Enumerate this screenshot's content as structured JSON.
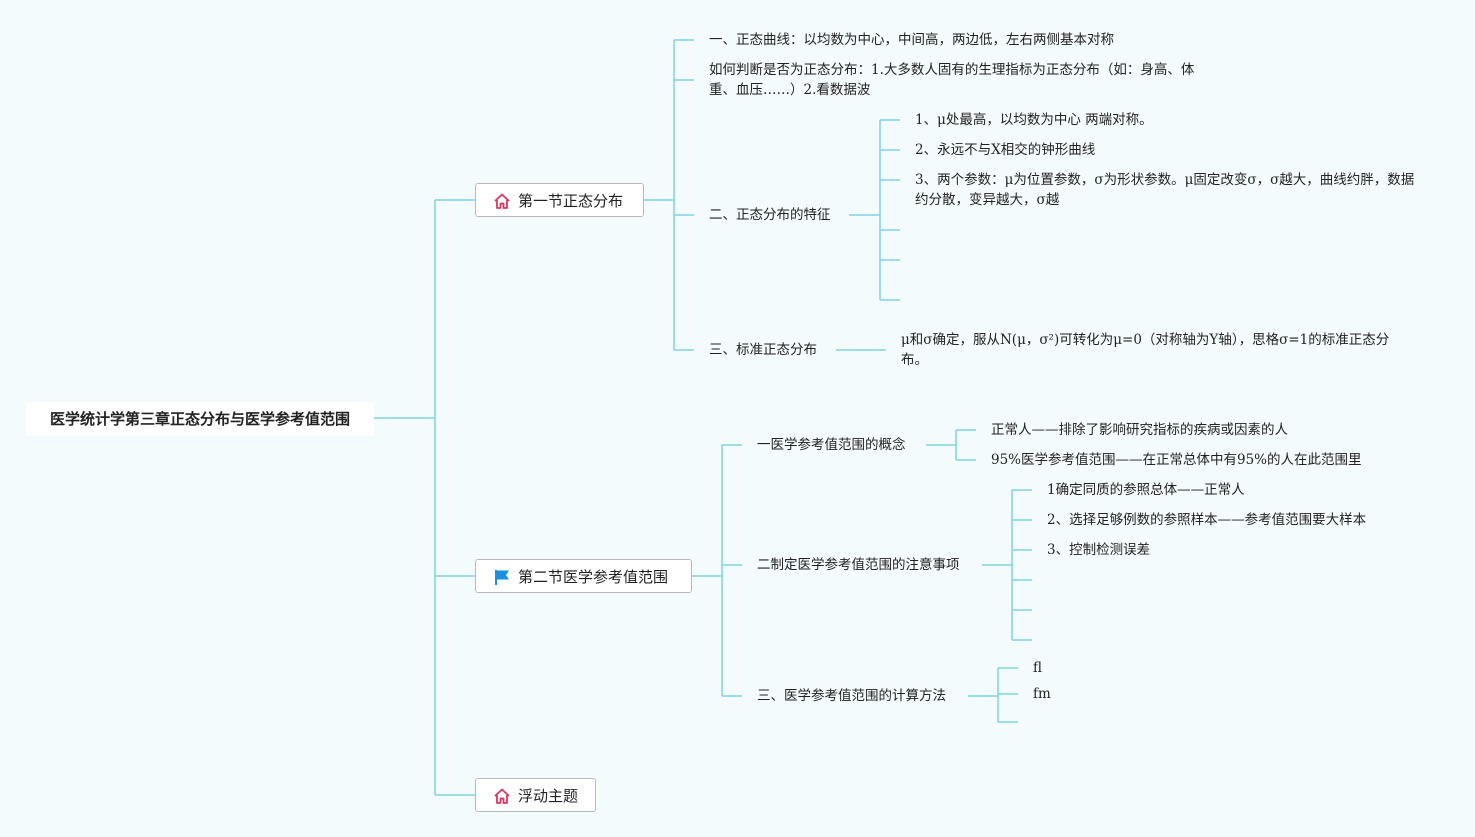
{
  "root": {
    "title": "医学统计学第三章正态分布与医学参考值范围"
  },
  "section1": {
    "title": "第一节正态分布",
    "icon": "home-icon",
    "item1": "一、正态曲线：以均数为中心，中间高，两边低，左右两侧基本对称",
    "item_judge": "如何判断是否为正态分布：1.大多数人固有的生理指标为正态分布（如：身高、体重、血压……）2.看数据波",
    "item2": {
      "title": "二、正态分布的特征",
      "children": [
        "1、μ处最高，以均数为中心 两端对称。",
        "2、永远不与X相交的钟形曲线",
        "3、两个参数：μ为位置参数，σ为形状参数。μ固定改变σ，σ越大，曲线约胖，数据约分散，变异越大，σ越"
      ]
    },
    "item3": {
      "title": "三、标准正态分布",
      "child": "μ和σ确定，服从N(μ，σ²)可转化为μ=0（对称轴为Y轴），思格σ=1的标准正态分布。"
    }
  },
  "section2": {
    "title": "第二节医学参考值范围",
    "icon": "flag-icon",
    "item1": {
      "title": "一医学参考值范围的概念",
      "children": [
        "正常人——排除了影响研究指标的疾病或因素的人",
        "95%医学参考值范围——在正常总体中有95%的人在此范围里"
      ]
    },
    "item2": {
      "title": "二制定医学参考值范围的注意事项",
      "children": [
        "1确定同质的参照总体——正常人",
        "2、选择足够例数的参照样本——参考值范围要大样本",
        "3、控制检测误差"
      ]
    },
    "item3": {
      "title": "三、医学参考值范围的计算方法",
      "children": [
        "fl",
        "fm"
      ]
    }
  },
  "floating": {
    "title": "浮动主题",
    "icon": "home-icon"
  },
  "colors": {
    "connector": "#7fd3e6",
    "home_icon": "#d9365f",
    "flag_icon": "#1a8fe0",
    "background": "#f4fbfd"
  }
}
